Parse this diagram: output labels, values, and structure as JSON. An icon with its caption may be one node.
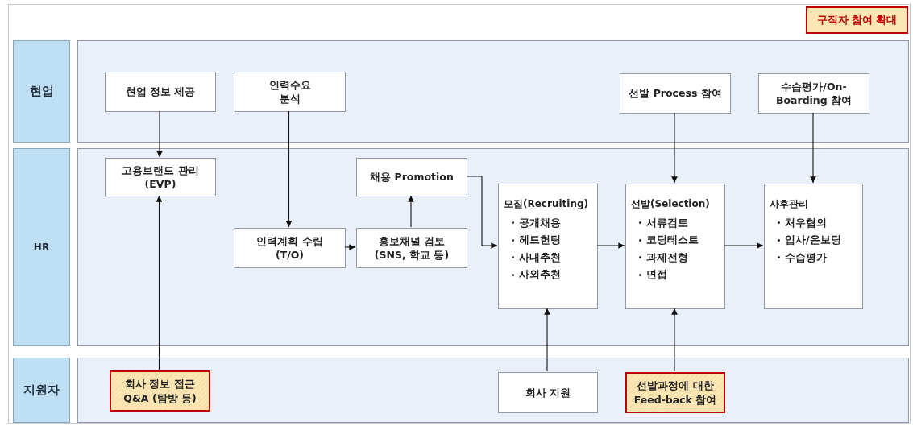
{
  "diagram": {
    "nodes": [
      {
        "text": [
          "현업"
        ]
      },
      {
        "text": [],
        "shape": "box"
      },
      {
        "text": [
          "현업 정보 제공"
        ],
        "in": 1
      },
      {
        "text": [
          "인력수요 분석"
        ],
        "in": 1
      },
      {
        "text": [
          "선발 Process 참여"
        ],
        "in": 1
      },
      {
        "text": [
          "수습평가/On-Boarding 참여"
        ],
        "in": 1
      },
      {
        "text": [
          "HR"
        ]
      },
      {
        "text": [],
        "shape": "box"
      },
      {
        "text": [
          "고용브랜드 관리 (EVP)"
        ],
        "in": 7
      },
      {
        "text": [
          "채용 Promotion"
        ],
        "in": 7
      },
      {
        "text": [
          "인력계획 수립 (T/O)"
        ],
        "in": 7
      },
      {
        "text": [
          "홍보채널 검토 (SNS, 학교 등)"
        ],
        "in": 7
      },
      {
        "text": [
          "모집(Recruiting)",
          "공개채용",
          "헤드헌팅",
          "사내추천",
          "사외추천"
        ],
        "in": 7
      },
      {
        "text": [
          "선발(Selection)",
          "서류검토",
          "코딩테스트",
          "과제전형",
          "면접"
        ],
        "in": 7
      },
      {
        "text": [
          "사후관리",
          "처우협의",
          "입사/온보딩",
          "수습평가"
        ],
        "in": 7
      },
      {
        "text": [
          "지원자"
        ]
      },
      {
        "text": [],
        "shape": "box"
      },
      {
        "text": [
          "회사 정보 접근 Q&A (탐방 등)"
        ],
        "in": 16
      },
      {
        "text": [
          "회사 지원"
        ],
        "in": 16
      },
      {
        "text": [
          "선발과정에 대한 Feed-back 참여"
        ],
        "in": 16
      }
    ],
    "edges": [
      {
        "from": 2,
        "to": 8,
        "arrow": "to"
      },
      {
        "from": 3,
        "to": 10,
        "arrow": "to"
      },
      {
        "from": 4,
        "to": 13,
        "arrow": "to"
      },
      {
        "from": 5,
        "to": 14,
        "arrow": "to"
      },
      {
        "from": 17,
        "to": 8,
        "arrow": "to"
      },
      {
        "from": 10,
        "to": 11,
        "arrow": "to"
      },
      {
        "from": 11,
        "to": 9,
        "arrow": "to"
      },
      {
        "from": 9,
        "to": 12,
        "arrow": "to"
      },
      {
        "from": 12,
        "to": 13,
        "arrow": "to"
      },
      {
        "from": 13,
        "to": 14,
        "arrow": "to"
      },
      {
        "from": 18,
        "to": 12,
        "arrow": "to"
      },
      {
        "from": 19,
        "to": 13,
        "arrow": "to"
      }
    ],
    "legend": [
      {
        "text": "구직자 참여 확대",
        "color": "#fbe6b4"
      }
    ]
  }
}
